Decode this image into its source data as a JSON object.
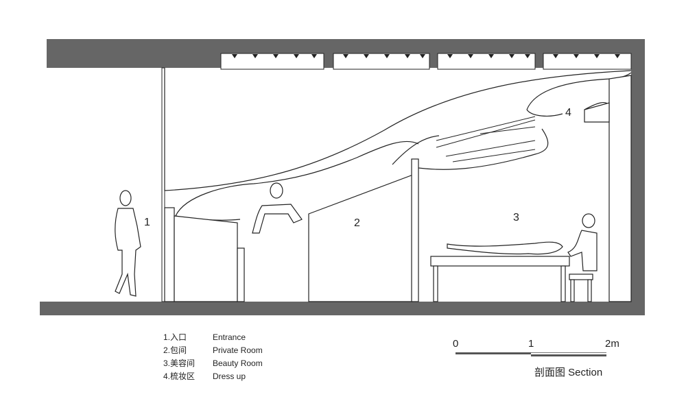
{
  "rooms": [
    {
      "number": "1"
    },
    {
      "number": "2"
    },
    {
      "number": "3"
    },
    {
      "number": "4"
    }
  ],
  "legend": [
    {
      "code": "1.入口",
      "name": "Entrance"
    },
    {
      "code": "2.包间",
      "name": "Private Room"
    },
    {
      "code": "3.美容间",
      "name": "Beauty Room"
    },
    {
      "code": "4.梳妆区",
      "name": "Dress up"
    }
  ],
  "scale_bar": {
    "labels": [
      "0",
      "1",
      "2m"
    ]
  },
  "title": "剖面图  Section",
  "colors": {
    "wall": "#666666",
    "line": "#222222",
    "background": "#ffffff"
  }
}
